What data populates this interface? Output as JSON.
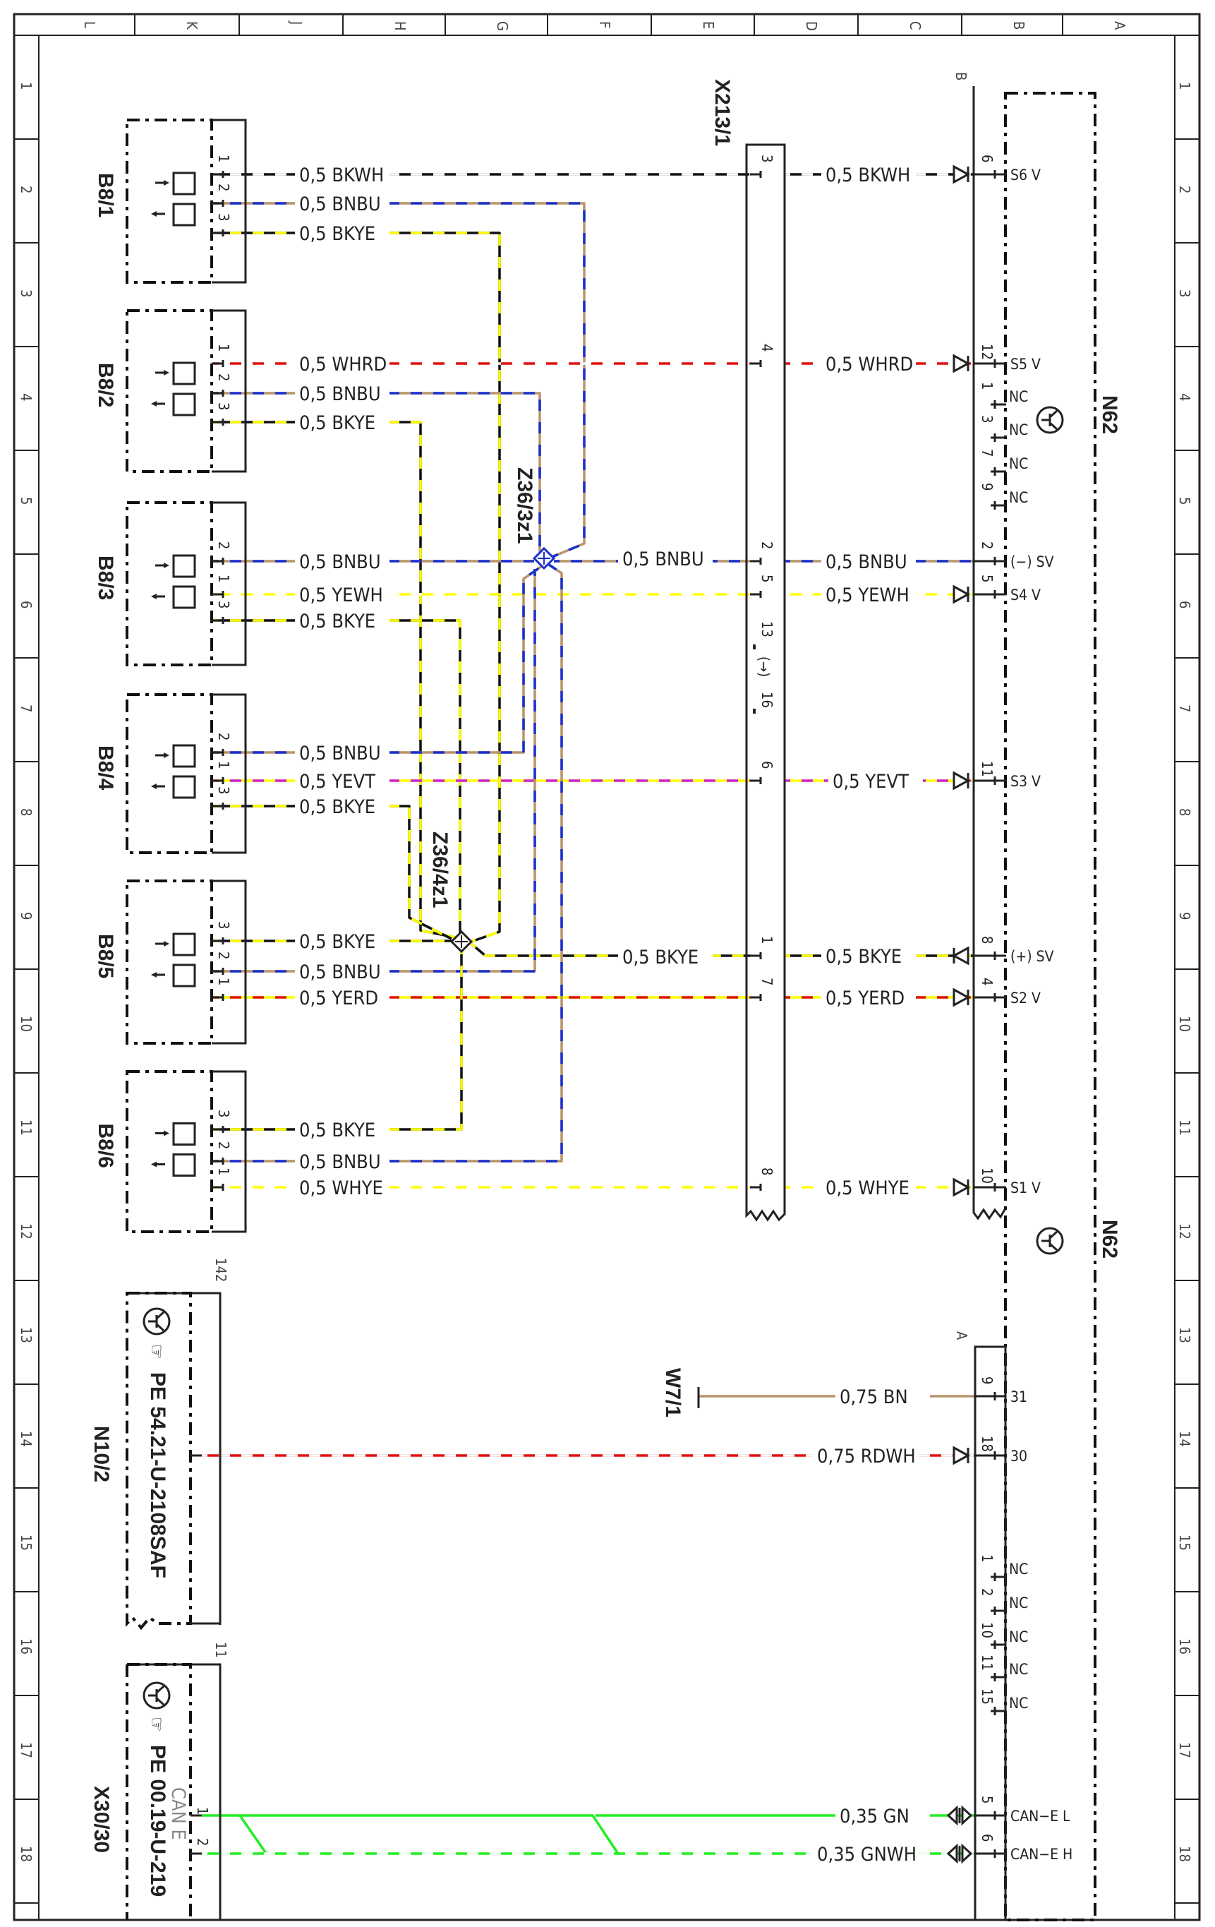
{
  "grid_columns": [
    "L",
    "K",
    "J",
    "H",
    "G",
    "F",
    "E",
    "D",
    "C",
    "B",
    "A"
  ],
  "grid_rows": [
    "1",
    "2",
    "3",
    "4",
    "5",
    "6",
    "7",
    "8",
    "9",
    "10",
    "11",
    "12",
    "13",
    "14",
    "15",
    "16",
    "17",
    "18"
  ],
  "components": {
    "sensors": [
      "B8/1",
      "B8/2",
      "B8/3",
      "B8/4",
      "B8/5",
      "B8/6"
    ],
    "n10": "N10/2",
    "n10_ref": "PE 54.21-U-2108SAF",
    "n10_count": "142",
    "x30": "X30/30",
    "x30_ref": "PE 00.19-U-219",
    "x30_count": "11",
    "x30_can": "CAN E",
    "x213": "X213/1",
    "n62": "N62",
    "w7": "W7/1",
    "z36_3": "Z36/3z1",
    "z36_4": "Z36/4z1",
    "conn_b": "B",
    "conn_a": "A"
  },
  "sensor_pins": [
    {
      "pins": [
        "1",
        "2",
        "3"
      ],
      "wires": [
        "0,5 BKWH",
        "0,5 BNBU",
        "0,5 BKYE"
      ]
    },
    {
      "pins": [
        "1",
        "2",
        "3"
      ],
      "wires": [
        "0,5 WHRD",
        "0,5 BNBU",
        "0,5 BKYE"
      ]
    },
    {
      "pins": [
        "2",
        "1",
        "3"
      ],
      "wires": [
        "0,5 BNBU",
        "0,5 YEWH",
        "0,5 BKYE"
      ]
    },
    {
      "pins": [
        "2",
        "1",
        "3"
      ],
      "wires": [
        "0,5 BNBU",
        "0,5 YEVT",
        "0,5 BKYE"
      ]
    },
    {
      "pins": [
        "3",
        "2",
        "1"
      ],
      "wires": [
        "0,5 BKYE",
        "0,5 BNBU",
        "0,5 YERD"
      ]
    },
    {
      "pins": [
        "3",
        "2",
        "1"
      ],
      "wires": [
        "0,5 BKYE",
        "0,5 BNBU",
        "0,5 WHYE"
      ]
    }
  ],
  "x213_pins": [
    "3",
    "4",
    "2",
    "5",
    "13",
    "16",
    "6",
    "1",
    "7",
    "8"
  ],
  "x213_gap": "(→)",
  "mid_wires": [
    "0,5 BNBU",
    "0,5 BKYE"
  ],
  "right_wires": [
    {
      "wire": "0,5 BKWH",
      "pin": "6",
      "signal": "S6 V"
    },
    {
      "wire": "0,5 WHRD",
      "pin": "12",
      "signal": "S5 V"
    },
    {
      "wire": "0,5 BNBU",
      "pin": "2",
      "signal": "(−) SV"
    },
    {
      "wire": "0,5 YEWH",
      "pin": "5",
      "signal": "S4 V"
    },
    {
      "wire": "0,5 YEVT",
      "pin": "11",
      "signal": "S3 V"
    },
    {
      "wire": "0,5 BKYE",
      "pin": "8",
      "signal": "(+) SV"
    },
    {
      "wire": "0,5 YERD",
      "pin": "4",
      "signal": "S2 V"
    },
    {
      "wire": "0,5 WHYE",
      "pin": "10",
      "signal": "S1 V"
    },
    {
      "wire": "0,75 BN",
      "pin": "9",
      "signal": "31"
    },
    {
      "wire": "0,75 RDWH",
      "pin": "18",
      "signal": "30"
    },
    {
      "wire": "0,35 GN",
      "pin": "5",
      "signal": "CAN−E L"
    },
    {
      "wire": "0,35 GNWH",
      "pin": "6",
      "signal": "CAN−E H"
    }
  ],
  "x30_pins": [
    "1",
    "2"
  ],
  "nc_pins_upper": [
    "1",
    "3",
    "7",
    "9"
  ],
  "nc_pins_lower": [
    "1",
    "2",
    "10",
    "11",
    "15"
  ],
  "nc_label": "NC",
  "colors": {
    "black": "#111111",
    "brown": "#b8946a",
    "blue": "#1a2fd0",
    "yellow": "#ffff00",
    "white": "#ffffff",
    "red": "#e01010",
    "violet": "#d020d0",
    "green": "#22ee22"
  }
}
